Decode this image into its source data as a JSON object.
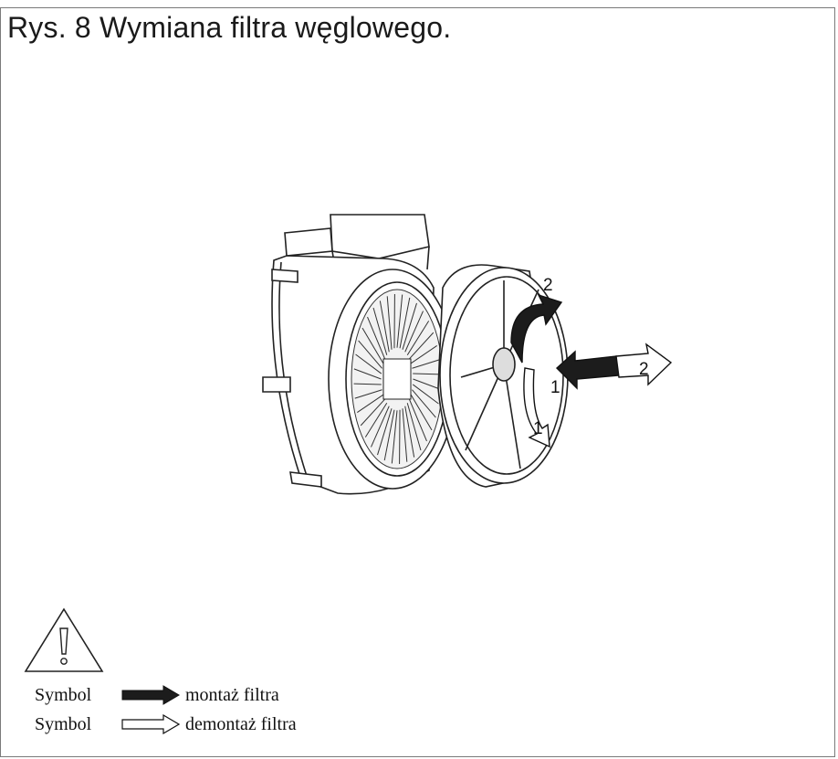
{
  "title": "Rys. 8 Wymiana filtra węglowego.",
  "figure": {
    "labels": {
      "rotate_install": "2",
      "rotate_remove": "1",
      "push_install": "1",
      "pull_remove": "2"
    }
  },
  "legend": {
    "items": [
      {
        "symbol_word": "Symbol",
        "arrow": "black-arrow",
        "text": "montaż filtra"
      },
      {
        "symbol_word": "Symbol",
        "arrow": "white-arrow",
        "text": "demontaż filtra"
      }
    ]
  },
  "colors": {
    "ink": "#1a1a1a",
    "border": "#7a7a7a",
    "background": "#ffffff"
  }
}
